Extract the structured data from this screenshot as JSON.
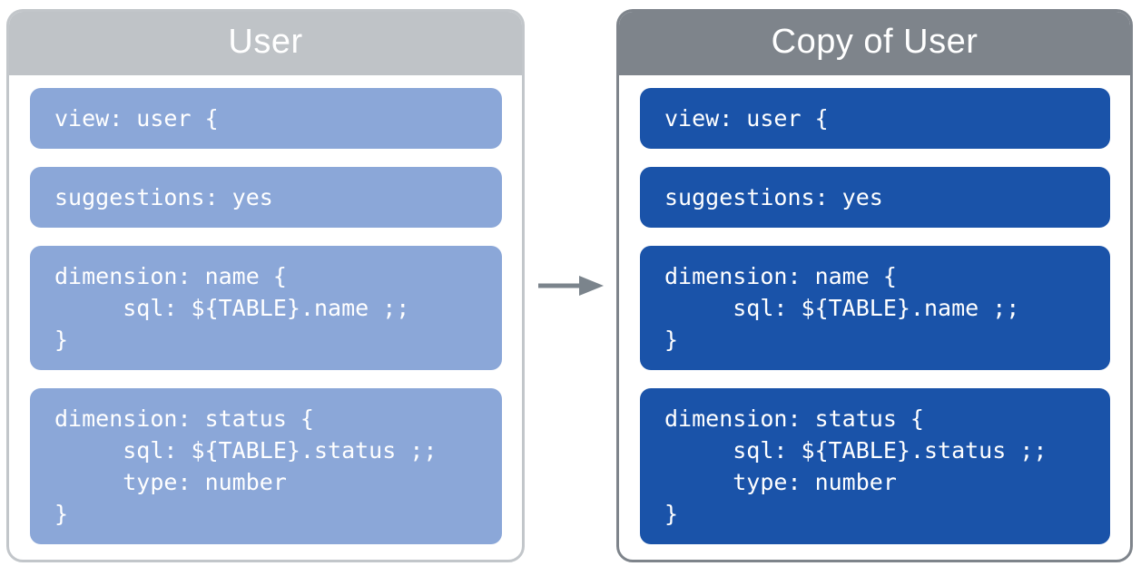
{
  "colors": {
    "background": "#ffffff",
    "left_header": "#bfc3c7",
    "left_border": "#c2c6ca",
    "left_block": "#8ba7d8",
    "right_header": "#7e848b",
    "right_border": "#7e848b",
    "right_block": "#1a53a9",
    "block_text": "#ffffff",
    "arrow": "#7b848c"
  },
  "arrow": {
    "direction": "right"
  },
  "panels": [
    {
      "title": "User",
      "blocks": [
        {
          "lines": [
            "view: user {"
          ]
        },
        {
          "lines": [
            "suggestions: yes"
          ]
        },
        {
          "lines": [
            "dimension: name {",
            "     sql: ${TABLE}.name ;;",
            "}"
          ]
        },
        {
          "lines": [
            "dimension: status {",
            "     sql: ${TABLE}.status ;;",
            "     type: number",
            "}"
          ]
        }
      ]
    },
    {
      "title": "Copy of User",
      "blocks": [
        {
          "lines": [
            "view: user {"
          ]
        },
        {
          "lines": [
            "suggestions: yes"
          ]
        },
        {
          "lines": [
            "dimension: name {",
            "     sql: ${TABLE}.name ;;",
            "}"
          ]
        },
        {
          "lines": [
            "dimension: status {",
            "     sql: ${TABLE}.status ;;",
            "     type: number",
            "}"
          ]
        }
      ]
    }
  ]
}
